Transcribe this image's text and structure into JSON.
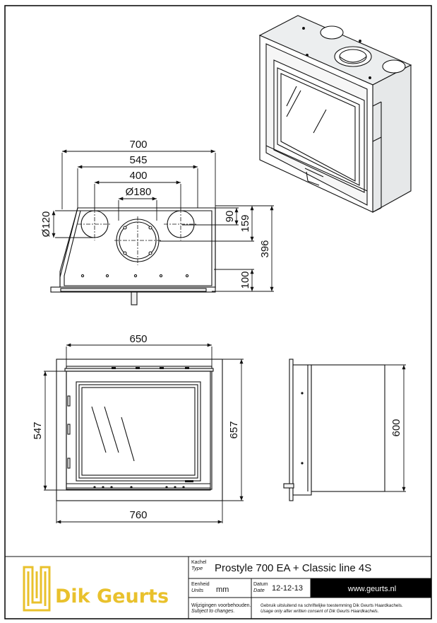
{
  "drawing": {
    "top_view": {
      "dims": {
        "width_700": "700",
        "width_545": "545",
        "width_400": "400",
        "dia_180": "Ø180",
        "dia_120": "Ø120",
        "dim_90": "90",
        "dim_159": "159",
        "dim_396": "396",
        "dim_100": "100"
      }
    },
    "front_view": {
      "dims": {
        "width_650": "650",
        "width_760": "760",
        "height_547": "547",
        "height_657": "657"
      }
    },
    "side_view": {
      "dims": {
        "height_600": "600"
      }
    }
  },
  "title_block": {
    "logo": "Dik Geurts",
    "type_label_nl": "Kachel",
    "type_label_en": "Type",
    "type_value": "Prostyle 700 EA + Classic line 4S",
    "units_label_nl": "Eenheid",
    "units_label_en": "Units",
    "units_value": "mm",
    "date_label_nl": "Datum",
    "date_label_en": "Date",
    "date_value": "12-12-13",
    "website": "www.geurts.nl",
    "note_changes_nl": "Wijzigingen voorbehouden.",
    "note_changes_en": "Subject to changes.",
    "note_usage_nl": "Gebruik uitsluitend na schriftelijke toestemming Dik Geurts Haardkachels.",
    "note_usage_en": "Usage only after written consent of Dik Geurts Haardkachels.",
    "colors": {
      "logo": "#e9c12c",
      "website_bar": "#000000"
    }
  }
}
